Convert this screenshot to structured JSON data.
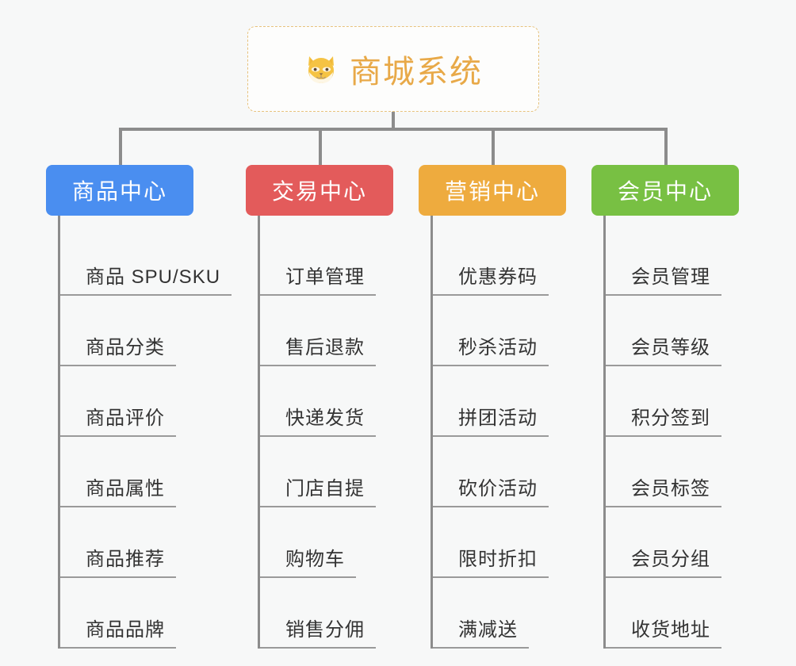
{
  "root": {
    "title": "商城系统",
    "icon": "shiba-dog-face-emoji",
    "text_color": "#e8a948",
    "border_color": "#e7c27d"
  },
  "connector_color": "#8c8c8c",
  "background_color": "#f7f8f8",
  "columns": [
    {
      "id": "product-center",
      "header": "商品中心",
      "color": "#4a8ef0",
      "items": [
        "商品 SPU/SKU",
        "商品分类",
        "商品评价",
        "商品属性",
        "商品推荐",
        "商品品牌"
      ]
    },
    {
      "id": "trade-center",
      "header": "交易中心",
      "color": "#e35b5b",
      "items": [
        "订单管理",
        "售后退款",
        "快递发货",
        "门店自提",
        "购物车",
        "销售分佣"
      ]
    },
    {
      "id": "marketing-center",
      "header": "营销中心",
      "color": "#eeab3e",
      "items": [
        "优惠券码",
        "秒杀活动",
        "拼团活动",
        "砍价活动",
        "限时折扣",
        "满减送"
      ]
    },
    {
      "id": "member-center",
      "header": "会员中心",
      "color": "#78c043",
      "items": [
        "会员管理",
        "会员等级",
        "积分签到",
        "会员标签",
        "会员分组",
        "收货地址"
      ]
    }
  ]
}
